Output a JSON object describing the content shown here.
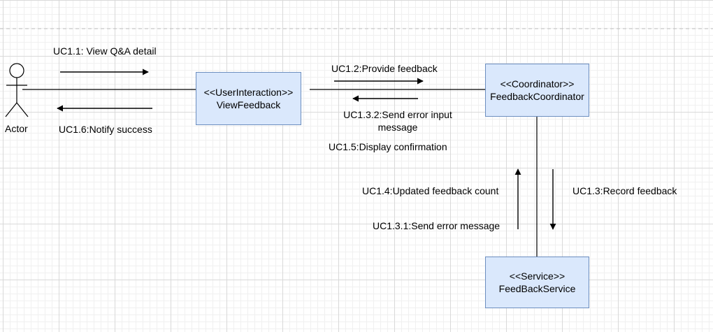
{
  "actor": {
    "label": "Actor"
  },
  "nodes": {
    "view_feedback": {
      "stereotype": "<<UserInteraction>>",
      "name": "ViewFeedback"
    },
    "feedback_coordinator": {
      "stereotype": "<<Coordinator>>",
      "name": "FeedbackCoordinator"
    },
    "feedback_service": {
      "stereotype": "<<Service>>",
      "name": "FeedBackService"
    }
  },
  "messages": {
    "m1_1": "UC1.1: View Q&A detail",
    "m1_6": "UC1.6:Notify success",
    "m1_2": "UC1.2:Provide feedback",
    "m1_3_2_line1": "UC1.3.2:Send error input",
    "m1_3_2_line2": "message",
    "m1_5": "UC1.5:Display confirmation",
    "m1_4": "UC1.4:Updated feedback count",
    "m1_3_1": "UC1.3.1:Send error message",
    "m1_3": "UC1.3:Record feedback"
  },
  "colors": {
    "box_fill": "#dae8fc",
    "box_border": "#6c8ebf",
    "line": "#000000",
    "dashed_guide": "#bfbfbf"
  }
}
